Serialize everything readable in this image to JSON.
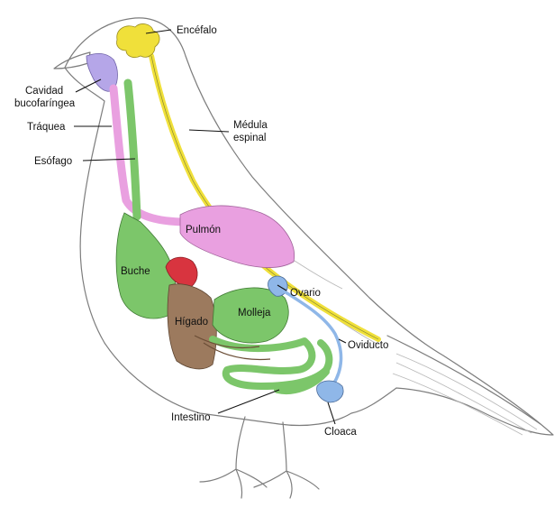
{
  "colors": {
    "brain_spinal": "#f0e03a",
    "mouth": "#b5a6e8",
    "trachea_lung": "#e9a0e0",
    "digestive": "#7cc66a",
    "liver": "#9c7a5e",
    "heart": "#d8343f",
    "reproductive": "#8fb7e8",
    "outline": "#7d7d7d"
  },
  "labels": {
    "brain": "Encéfalo",
    "mouth_line1": "Cavidad",
    "mouth_line2": "bucofaríngea",
    "spinal_line1": "Médula",
    "spinal_line2": "espinal",
    "trachea": "Tráquea",
    "esophagus": "Esófago",
    "lung": "Pulmón",
    "crop": "Buche",
    "ovary": "Ovario",
    "liver": "Hígado",
    "gizzard": "Molleja",
    "oviduct": "Oviducto",
    "intestine": "Intestino",
    "cloaca": "Cloaca"
  }
}
